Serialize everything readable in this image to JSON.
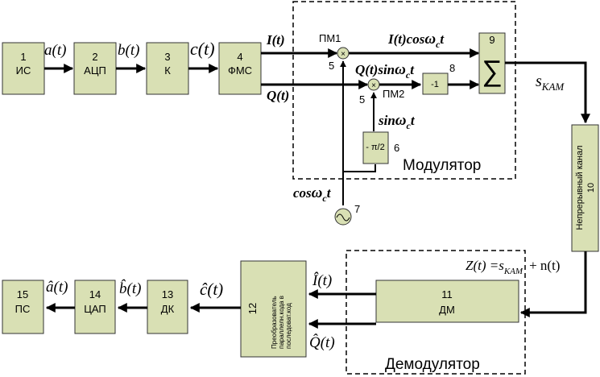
{
  "blocks": {
    "b1": {
      "num": "1",
      "label": "ИС"
    },
    "b2": {
      "num": "2",
      "label": "АЦП"
    },
    "b3": {
      "num": "3",
      "label": "К"
    },
    "b4": {
      "num": "4",
      "label": "ФМС"
    },
    "b6": {
      "label": "- π/2",
      "num": "6"
    },
    "b8": {
      "label": "-1",
      "num": "8"
    },
    "b9": {
      "num": "9",
      "symbol": "∑"
    },
    "b10": {
      "label": "Непрерывный канал",
      "num": "10"
    },
    "b11": {
      "num": "11",
      "label": "ДМ"
    },
    "b12": {
      "num": "12",
      "label": "Преобразователь параллелн.кода в последоват.код"
    },
    "b13": {
      "num": "13",
      "label": "ДК"
    },
    "b14": {
      "num": "14",
      "label": "ЦАП"
    },
    "b15": {
      "num": "15",
      "label": "ПС"
    }
  },
  "multipliers": {
    "pm1": {
      "name": "ПМ1",
      "num": "5"
    },
    "pm2": {
      "name": "ПМ2",
      "num": "5"
    }
  },
  "generator": {
    "num": "7"
  },
  "regions": {
    "modulator": "Модулятор",
    "demodulator": "Демодулятор"
  },
  "signals": {
    "a": "a(t)",
    "b": "b(t)",
    "c": "c(t)",
    "I": "I(t)",
    "Q": "Q(t)",
    "Icos": "I(t)cos",
    "Qsin": "Q(t)sin",
    "sin": "sin",
    "cos": "cos",
    "omega": "ω",
    "c_sub": "c",
    "t": "t",
    "s_kam_main": "s",
    "s_kam_sub": "KAM",
    "Z": "Z(t) =s",
    "Z_sub": "KAM",
    "noise": "+ n(t)",
    "I_hat": "Î(t)",
    "Q_hat": "Q̂(t)",
    "c_hat": "ĉ(t)",
    "b_hat": "b̂(t)",
    "a_hat": "â(t)"
  }
}
